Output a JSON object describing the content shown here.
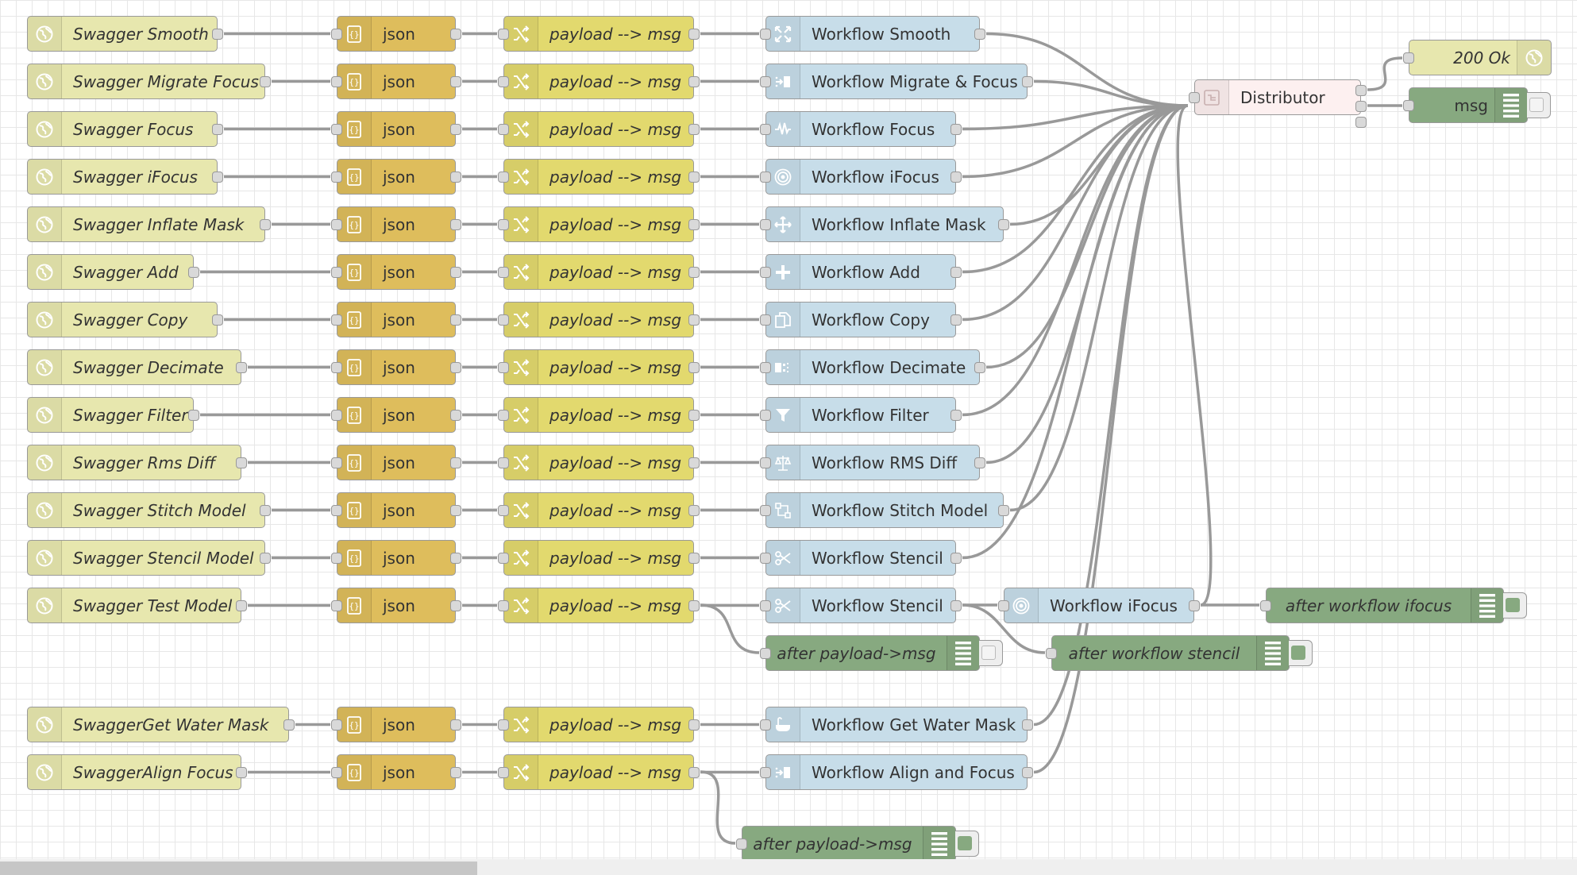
{
  "http_in": [
    {
      "label": "Swagger Smooth"
    },
    {
      "label": "Swagger Migrate Focus"
    },
    {
      "label": "Swagger Focus"
    },
    {
      "label": "Swagger iFocus"
    },
    {
      "label": "Swagger Inflate Mask"
    },
    {
      "label": "Swagger Add"
    },
    {
      "label": "Swagger Copy"
    },
    {
      "label": "Swagger Decimate"
    },
    {
      "label": "Swagger Filter"
    },
    {
      "label": "Swagger Rms Diff"
    },
    {
      "label": "Swagger Stitch Model"
    },
    {
      "label": "Swagger Stencil Model"
    },
    {
      "label": "Swagger Test Model"
    },
    {
      "label": "SwaggerGet Water Mask"
    },
    {
      "label": "SwaggerAlign Focus"
    }
  ],
  "json_label": "json",
  "change_label": "payload --> msg",
  "workflows": [
    {
      "label": "Workflow Smooth",
      "icon": "arrows-out-icon"
    },
    {
      "label": "Workflow Migrate & Focus",
      "icon": "migrate-icon"
    },
    {
      "label": "Workflow Focus",
      "icon": "waveform-icon"
    },
    {
      "label": "Workflow iFocus",
      "icon": "target-icon"
    },
    {
      "label": "Workflow Inflate Mask",
      "icon": "move-icon"
    },
    {
      "label": "Workflow Add",
      "icon": "plus-icon"
    },
    {
      "label": "Workflow Copy",
      "icon": "copy-icon"
    },
    {
      "label": "Workflow Decimate",
      "icon": "decimate-icon"
    },
    {
      "label": "Workflow Filter",
      "icon": "filter-icon"
    },
    {
      "label": "Workflow RMS Diff",
      "icon": "scale-icon"
    },
    {
      "label": "Workflow Stitch Model",
      "icon": "stitch-icon"
    },
    {
      "label": "Workflow Stencil",
      "icon": "scissors-icon"
    },
    {
      "label": "Workflow Stencil",
      "icon": "scissors-icon"
    },
    {
      "label": "Workflow Get Water Mask",
      "icon": "bath-icon"
    },
    {
      "label": "Workflow Align and Focus",
      "icon": "migrate-icon"
    }
  ],
  "extra_workflow": {
    "label": "Workflow iFocus",
    "icon": "target-icon"
  },
  "distributor": {
    "label": "Distributor"
  },
  "http_response": {
    "label": "200 Ok"
  },
  "debug_msg": {
    "label": "msg"
  },
  "debug_after_payload_1": {
    "label": "after payload->msg"
  },
  "debug_after_stencil": {
    "label": "after workflow stencil"
  },
  "debug_after_ifocus": {
    "label": "after workflow ifocus"
  },
  "debug_after_payload_2": {
    "label": "after payload->msg"
  },
  "colors": {
    "http": "#e7e7ae",
    "json": "#debd5c",
    "change": "#e2d96e",
    "workflow": "#c7dde9",
    "distributor": "#fdf0f0",
    "debug": "#87a980",
    "wire": "#999999"
  }
}
